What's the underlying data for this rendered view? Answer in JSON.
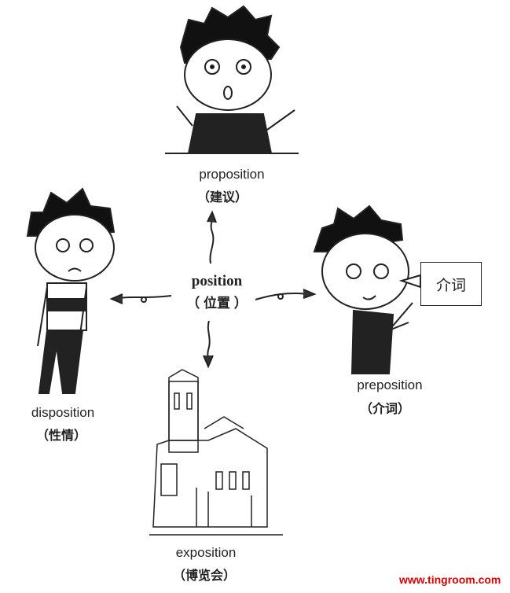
{
  "center": {
    "word": "position",
    "meaning": "（ 位置 ）"
  },
  "branches": [
    {
      "word": "proposition",
      "meaning": "（建议）"
    },
    {
      "word": "disposition",
      "meaning": "（性情）"
    },
    {
      "word": "preposition",
      "meaning": "（介词）"
    },
    {
      "word": "exposition",
      "meaning": "（博览会）"
    }
  ],
  "speech_bubble": "介词",
  "watermark": "www.tingroom.com"
}
